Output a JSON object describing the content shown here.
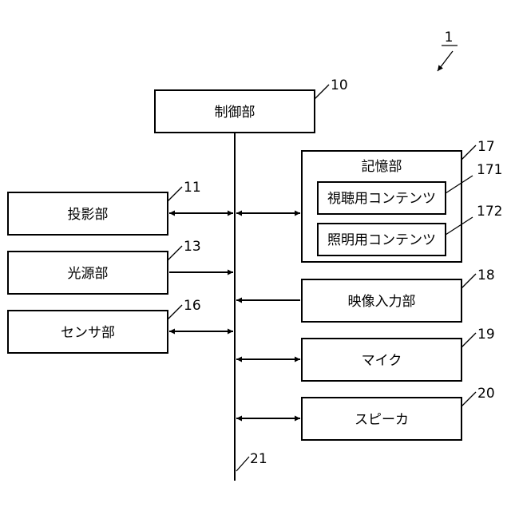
{
  "figure_number": "1",
  "boxes": {
    "control": {
      "label": "制御部",
      "ref": "10"
    },
    "projection": {
      "label": "投影部",
      "ref": "11"
    },
    "light_source": {
      "label": "光源部",
      "ref": "13"
    },
    "sensor": {
      "label": "センサ部",
      "ref": "16"
    },
    "storage": {
      "label": "記憶部",
      "ref": "17"
    },
    "viewing_content": {
      "label": "視聴用コンテンツ",
      "ref": "171"
    },
    "lighting_content": {
      "label": "照明用コンテンツ",
      "ref": "172"
    },
    "video_input": {
      "label": "映像入力部",
      "ref": "18"
    },
    "microphone": {
      "label": "マイク",
      "ref": "19"
    },
    "speaker": {
      "label": "スピーカ",
      "ref": "20"
    }
  },
  "bus": {
    "ref": "21"
  }
}
